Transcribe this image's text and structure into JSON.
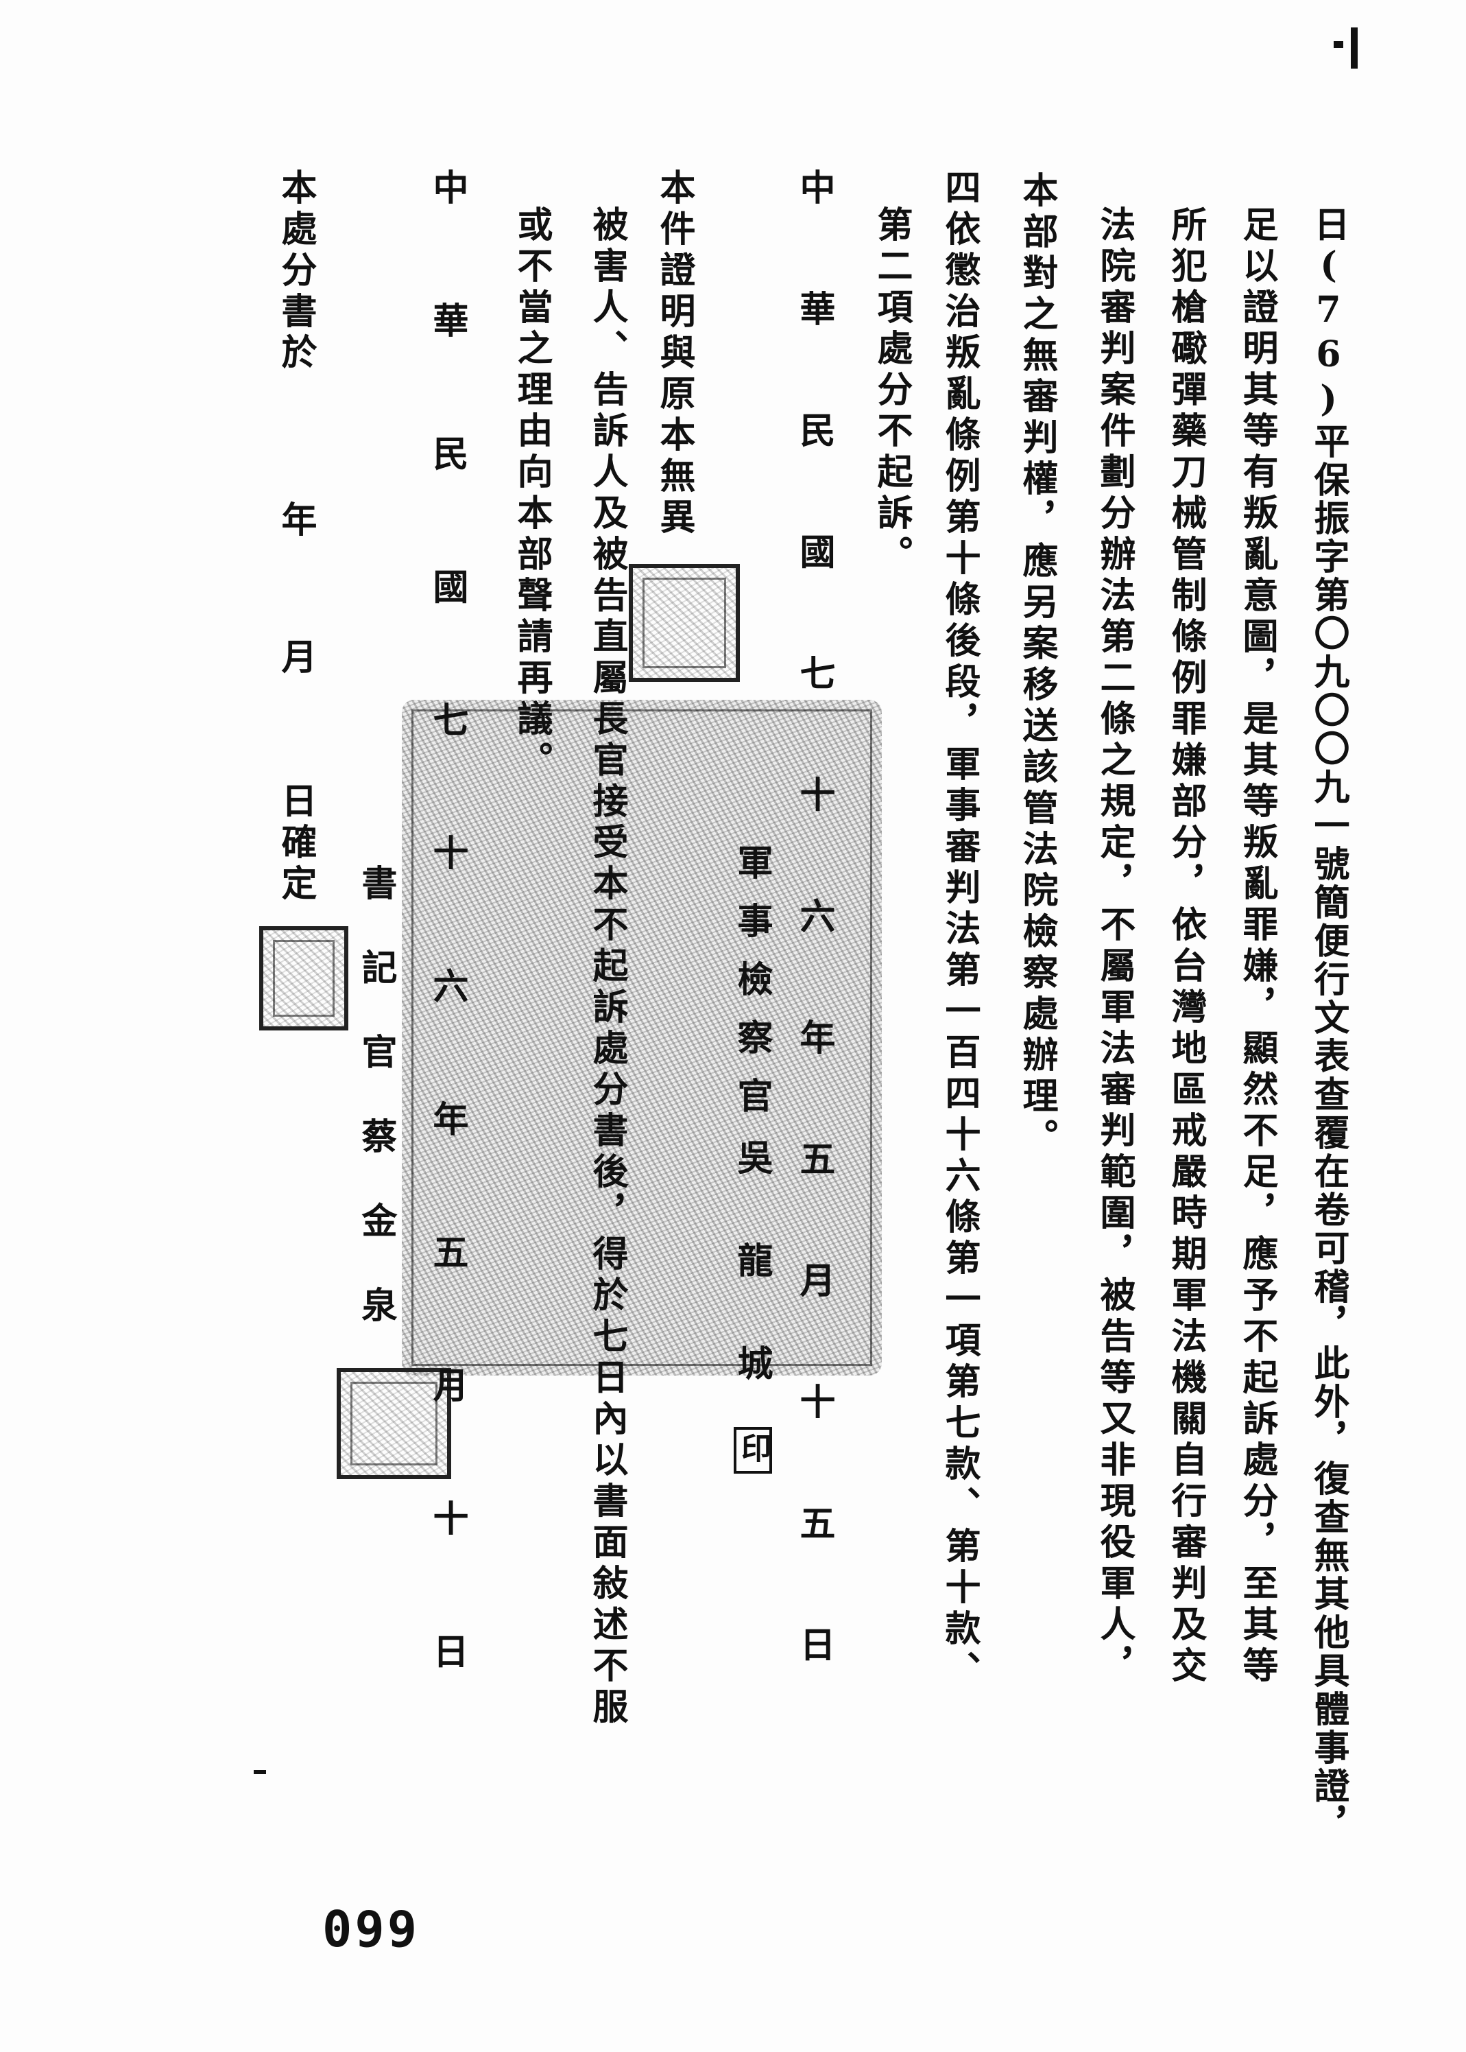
{
  "document": {
    "columns": [
      "日(76)平保振字第〇九〇〇九一號簡便行文表查覆在卷可稽，此外，復查無其他具體事證，",
      "足以證明其等有叛亂意圖，是其等叛亂罪嫌，顯然不足，應予不起訴處分，至其等",
      "所犯槍礮彈藥刀械管制條例罪嫌部分，依台灣地區戒嚴時期軍法機關自行審判及交",
      "法院審判案件劃分辦法第二條之規定，不屬軍法審判範圍，被告等又非現役軍人，",
      "本部對之無審判權，應另案移送該管法院檢察處辦理。",
      "四依懲治叛亂條例第十條後段，軍事審判法第一百四十六條第一項第七款、第十款、",
      "第二項處分不起訴。"
    ],
    "date_1": "中華民國七十六年五月十五日",
    "prosecutor_title": "軍事檢察官",
    "prosecutor_name": "吳龍城",
    "seal_mark": "印",
    "certification": "本件證明與原本無異",
    "notice_1": "被害人、告訴人及被告直屬長官接受本不起訴處分書後，得於七日內以書面敍述不服",
    "notice_2": "或不當之理由向本部聲請再議。",
    "date_2": "中華民國七十六年五月十日",
    "clerk": "書記官蔡金泉",
    "finality": {
      "prefix": "本處分書於",
      "year": "年",
      "month": "月",
      "day": "日確定"
    },
    "page_number": "099"
  }
}
